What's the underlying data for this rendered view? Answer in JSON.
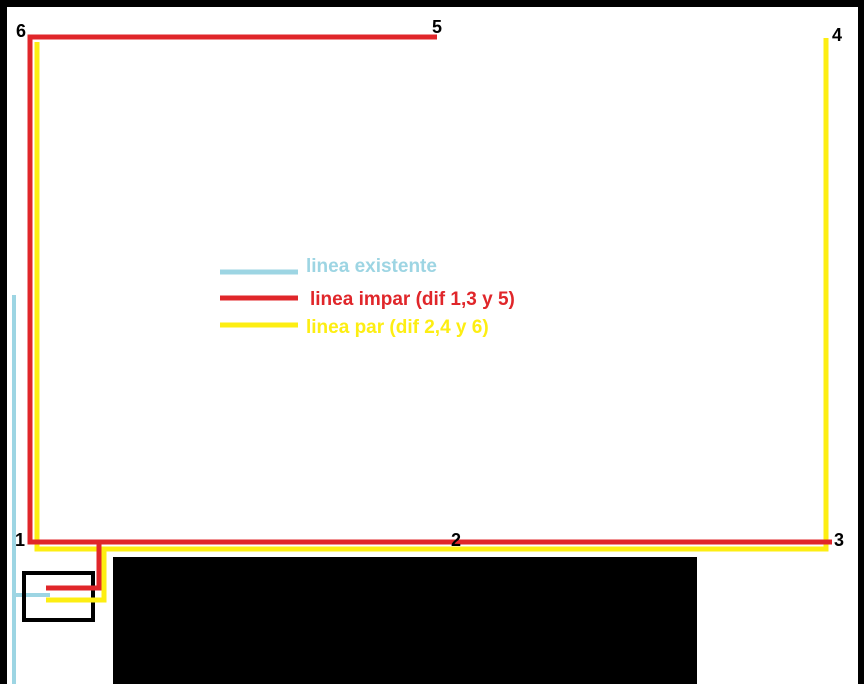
{
  "colors": {
    "existing": "#9dd5e3",
    "odd": "#e0262a",
    "even": "#fdee12",
    "background": "#ffffff",
    "frame": "#000000"
  },
  "points": {
    "p1": "1",
    "p2": "2",
    "p3": "3",
    "p4": "4",
    "p5": "5",
    "p6": "6"
  },
  "legend": {
    "existing": "linea existente",
    "odd": "linea impar (dif 1,3 y 5)",
    "even": "linea par (dif 2,4 y 6)"
  }
}
